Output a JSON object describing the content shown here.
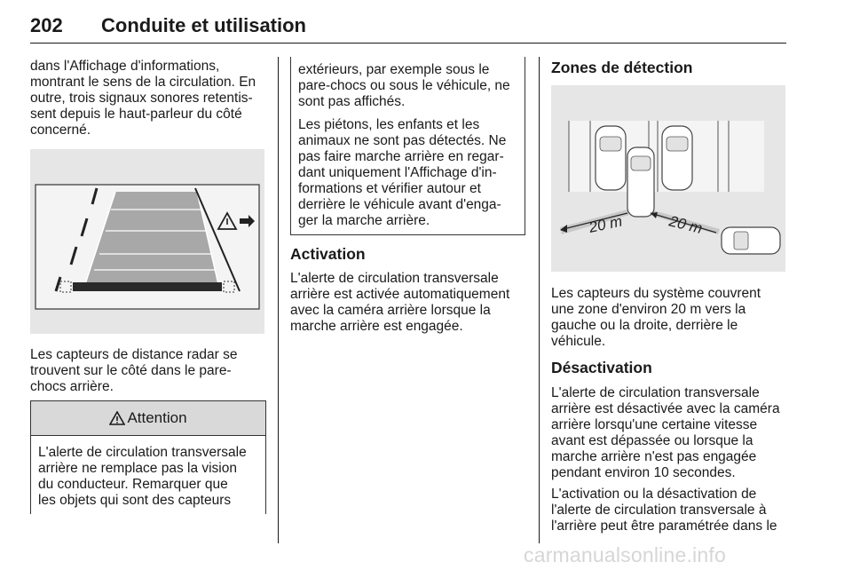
{
  "header": {
    "page_number": "202",
    "title": "Conduite et utilisation"
  },
  "col1": {
    "para1_lines": [
      "dans l'Affichage d'informations,",
      "montrant le sens de la circulation. En",
      "outre, trois signaux sonores retentis-",
      "sent depuis le haut-parleur du côté",
      "concerné."
    ],
    "para2_lines": [
      "Les capteurs de distance radar se",
      "trouvent sur le côté dans le pare-",
      "chocs arrière."
    ],
    "attention": {
      "icon": "warning-triangle-icon",
      "title": "Attention",
      "lines": [
        "L'alerte de circulation transversale",
        "arrière ne remplace pas la vision",
        "du conducteur. Remarquer que",
        "les objets qui sont des capteurs"
      ]
    }
  },
  "col2": {
    "note_lines_1": [
      "extérieurs, par exemple sous le",
      "pare-chocs ou sous le véhicule, ne",
      "sont pas affichés."
    ],
    "note_lines_2": [
      "Les piétons, les enfants et les",
      "animaux ne sont pas détectés. Ne",
      "pas faire marche arrière en regar-",
      "dant uniquement l'Affichage d'in-",
      "formations et vérifier autour et",
      "derrière le véhicule avant d'enga-",
      "ger la marche arrière."
    ],
    "heading": "Activation",
    "para_lines": [
      "L'alerte de circulation transversale",
      "arrière est activée automatiquement",
      "avec la caméra arrière lorsque la",
      "marche arrière est engagée."
    ]
  },
  "col3": {
    "heading1": "Zones de détection",
    "figure_labels": {
      "left": "20 m",
      "right": "20 m"
    },
    "para1_lines": [
      "Les capteurs du système couvrent",
      "une zone d'environ 20 m vers la",
      "gauche ou la droite, derrière le",
      "véhicule."
    ],
    "heading2": "Désactivation",
    "para2_lines": [
      "L'alerte de circulation transversale",
      "arrière est désactivée avec la caméra",
      "arrière lorsqu'une certaine vitesse",
      "avant est dépassée ou lorsque la",
      "marche arrière n'est pas engagée",
      "pendant environ 10 secondes."
    ],
    "para3_lines": [
      "L'activation ou la désactivation de",
      "l'alerte de circulation transversale à",
      "l'arrière peut être paramétrée dans le"
    ]
  },
  "watermark": "carmanualsonline.info",
  "colors": {
    "text": "#1a1a1a",
    "figure_bg": "#e6e6e6",
    "attention_header": "#d9d9d9",
    "guide_fill": "#a8a8a8"
  }
}
